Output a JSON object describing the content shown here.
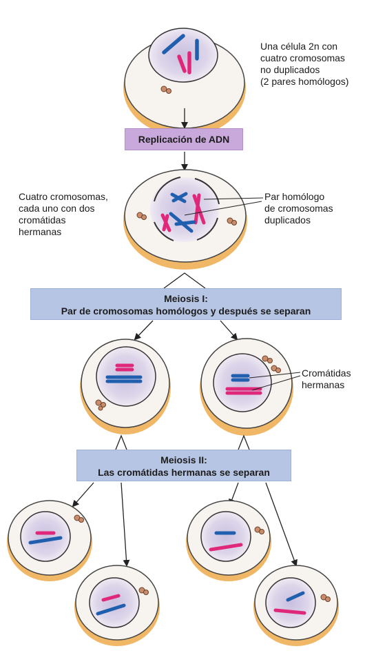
{
  "labels": {
    "cell_top": [
      "Una célula 2n con",
      "cuatro cromosomas",
      "no duplicados",
      "(2 pares homólogos)"
    ],
    "four_chromosomes": [
      "Cuatro cromosomas,",
      "cada uno con dos",
      "cromátidas",
      "hermanas"
    ],
    "homologous_pair": [
      "Par homólogo",
      "de cromosomas",
      "duplicados"
    ],
    "sister_chromatids": [
      "Cromátidas",
      "hermanas"
    ]
  },
  "steps": {
    "replication": "Replicación de ADN",
    "meiosis1_title": "Meiosis I:",
    "meiosis1_text": "Par de cromosomas homólogos y después se separan",
    "meiosis2_title": "Meiosis II:",
    "meiosis2_text": "Las cromátidas hermanas se separan"
  },
  "colors": {
    "chromosome_blue": "#1f5fae",
    "chromosome_pink": "#e0287a",
    "cell_fill": "#f6f1ec",
    "cell_rim": "#f0b767",
    "nucleus_fill": "#d9d1e8",
    "box_blue": "#b7c5e4",
    "box_purple": "#c9a9dc"
  }
}
